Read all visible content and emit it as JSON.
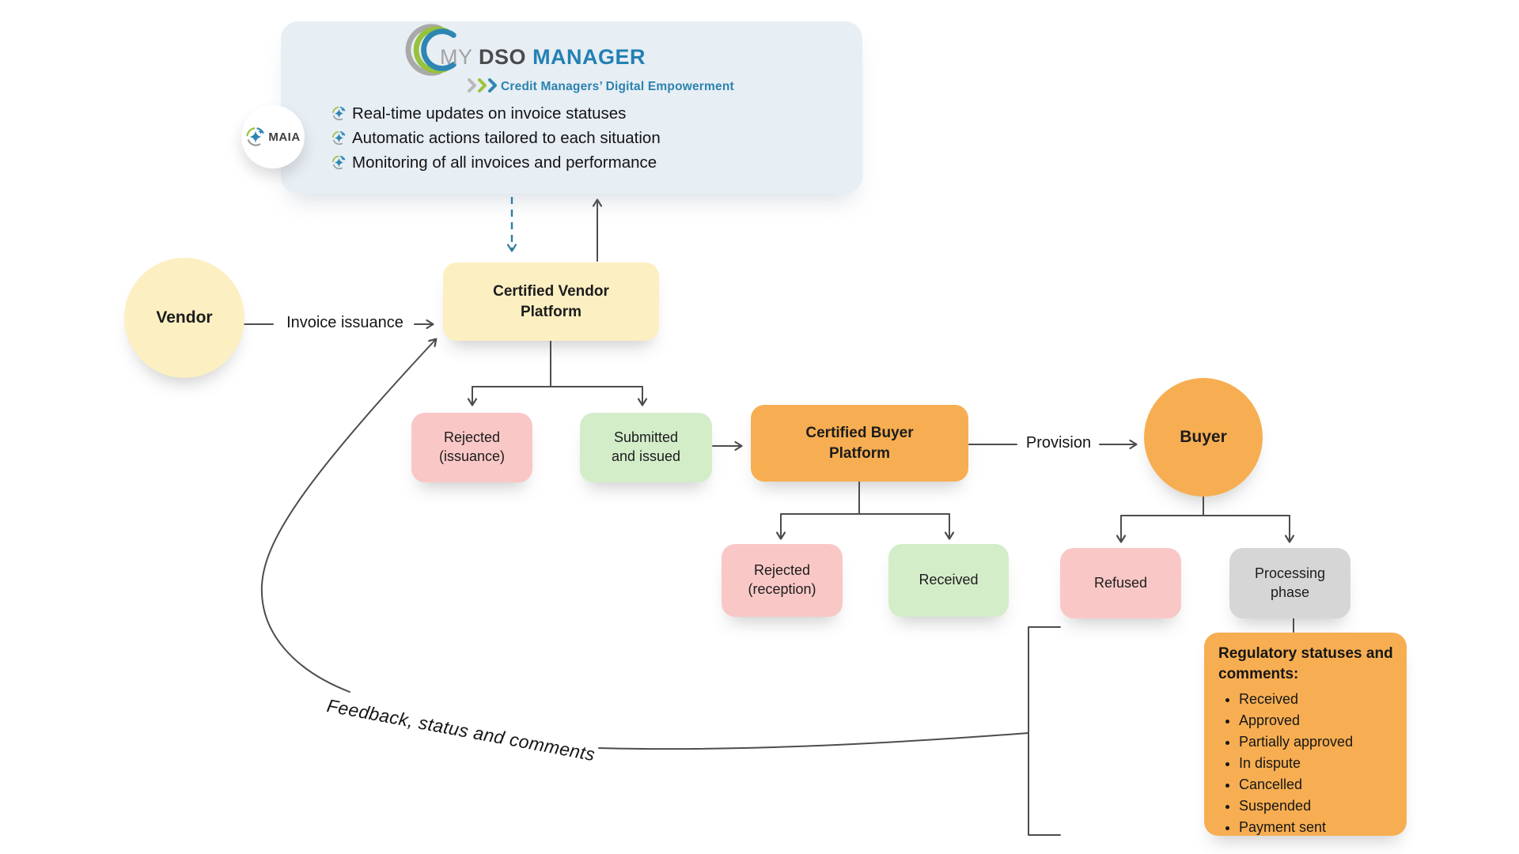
{
  "panel": {
    "logo": {
      "my": "MY",
      "dso": "DSO",
      "manager": "MANAGER",
      "tagline": "Credit Managers’ Digital Empowerment"
    },
    "maia_label": "MAIA",
    "features": [
      "Real-time updates on invoice statuses",
      "Automatic actions tailored to each situation",
      "Monitoring of all invoices and performance"
    ]
  },
  "nodes": {
    "vendor": "Vendor",
    "certified_vendor_platform": "Certified Vendor\nPlatform",
    "rejected_issuance": "Rejected\n(issuance)",
    "submitted_and_issued": "Submitted\nand issued",
    "certified_buyer_platform": "Certified Buyer\nPlatform",
    "buyer": "Buyer",
    "rejected_reception": "Rejected\n(reception)",
    "received": "Received",
    "refused": "Refused",
    "processing_phase": "Processing\nphase"
  },
  "edges": {
    "invoice_issuance": "Invoice issuance",
    "provision": "Provision",
    "feedback": "Feedback, status and comments"
  },
  "regulatory": {
    "title": "Regulatory statuses and\ncomments:",
    "items": [
      "Received",
      "Approved",
      "Partially approved",
      "In dispute",
      "Cancelled",
      "Suspended",
      "Payment sent"
    ]
  },
  "colors": {
    "panel_bg": "#E7EEF4",
    "yellow": "#FCEFC2",
    "pink": "#F9C8C6",
    "green": "#D3EDC9",
    "orange": "#F7AE52",
    "gray": "#D6D6D6",
    "line": "#4d4d4d",
    "dashed_arrow": "#2E7FA3",
    "brand_blue": "#2380B4",
    "brand_green": "#96C23D",
    "brand_gray": "#A9A9A9"
  }
}
